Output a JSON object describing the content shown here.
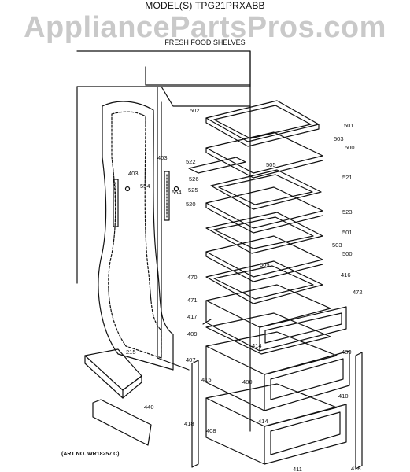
{
  "header": {
    "model_title": "MODEL(S) TPG21PRXABB",
    "watermark": "AppliancePartsPros.com",
    "section_title": "FRESH FOOD SHELVES"
  },
  "footer": {
    "art_number": "(ART NO. WR18257 C)"
  },
  "part_labels": [
    "502",
    "501",
    "503",
    "500",
    "505",
    "522",
    "526",
    "525",
    "521",
    "523",
    "520",
    "501",
    "503",
    "500",
    "505",
    "416",
    "470",
    "472",
    "471",
    "417",
    "409",
    "414",
    "407",
    "480",
    "415",
    "480",
    "410",
    "418",
    "408",
    "414",
    "411",
    "418",
    "403",
    "554",
    "403",
    "554",
    "215",
    "440"
  ]
}
